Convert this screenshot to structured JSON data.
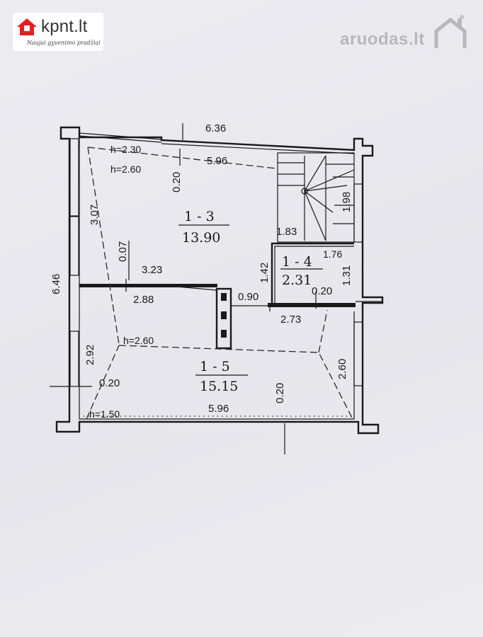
{
  "logo": {
    "text": "kpnt.lt",
    "slogan": "Naujai gyvenimo pradžiai",
    "brand_color": "#e41e26"
  },
  "watermark": {
    "text": "aruodas",
    "suffix": ".lt",
    "color": "#b7b7bc"
  },
  "plan": {
    "rooms": [
      {
        "id": "1 - 3",
        "area": "13.90"
      },
      {
        "id": "1 - 4",
        "area": "2.31"
      },
      {
        "id": "1 - 5",
        "area": "15.15"
      }
    ],
    "dimensions": {
      "top_outer": "6.36",
      "top_inner": "5.96",
      "left_outer": "6.46",
      "top_wall": "0.20",
      "room3_left": "3.07",
      "room3_partition": "0.07",
      "room3_width": "3.23",
      "stair_width": "1.98",
      "room4_top": "1.83",
      "room4_width": "1.76",
      "room4_height": "1.42",
      "room4_right": "1.31",
      "partition_wall": "0.20",
      "room5_top_left": "2.88",
      "door_opening": "0.90",
      "room5_top_right": "2.73",
      "room5_left": "2.92",
      "left_wall": "0.20",
      "room5_bottom_inner": "5.96",
      "bottom_wall": "0.20",
      "room5_right": "2.60"
    },
    "heights": {
      "h1": "h=2.30",
      "h2": "h=2.60",
      "h3": "h=2.60",
      "h4": "h=1.50"
    }
  }
}
